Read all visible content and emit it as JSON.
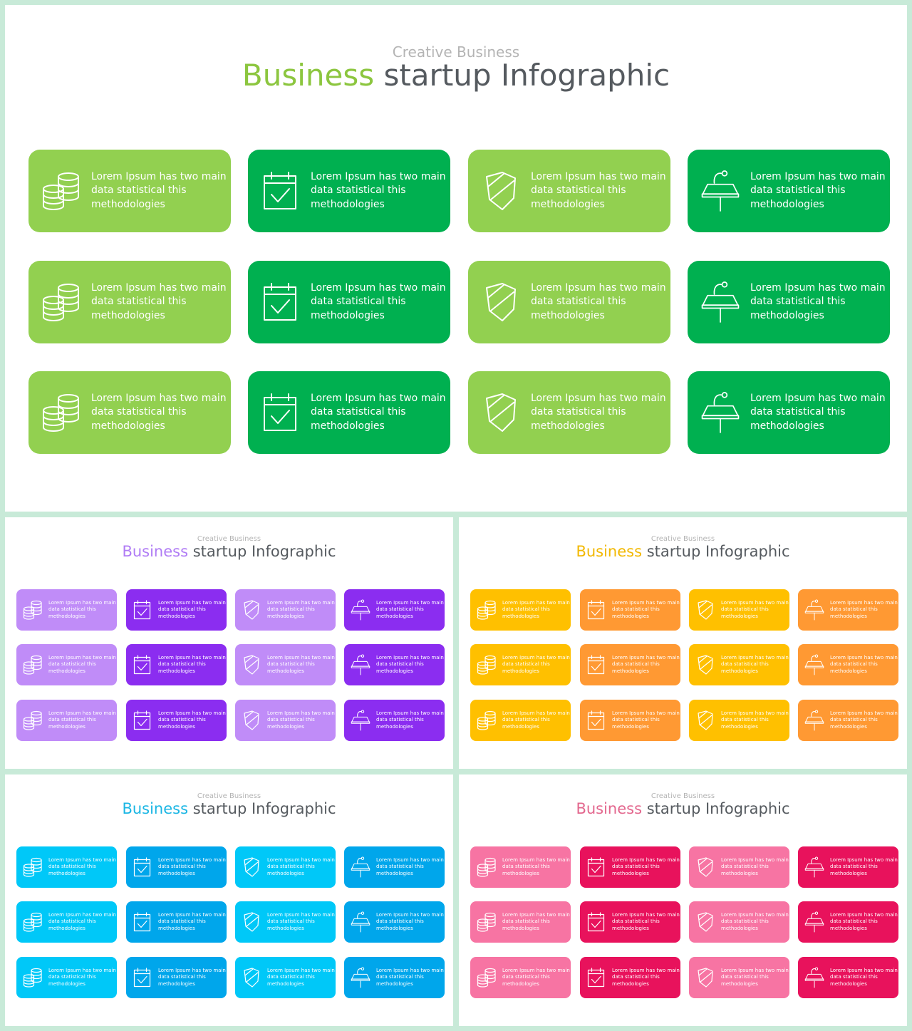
{
  "slides": [
    {
      "id": "main",
      "subtitle": "Creative Business",
      "title_accent": "Business",
      "title_rest": " startup Infographic",
      "accent_color": "#8cc63f",
      "column_colors": [
        "#92d050",
        "#00b050",
        "#92d050",
        "#00b050"
      ]
    },
    {
      "id": "purple",
      "subtitle": "Creative Business",
      "title_accent": "Business",
      "title_rest": " startup Infographic",
      "accent_color": "#b07cf5",
      "column_colors": [
        "#c08cf8",
        "#8b2df0",
        "#c08cf8",
        "#8b2df0"
      ]
    },
    {
      "id": "orange",
      "subtitle": "Creative Business",
      "title_accent": "Business",
      "title_rest": " startup Infographic",
      "accent_color": "#f2b800",
      "column_colors": [
        "#ffc000",
        "#ff9933",
        "#ffc000",
        "#ff9933"
      ]
    },
    {
      "id": "blue",
      "subtitle": "Creative Business",
      "title_accent": "Business",
      "title_rest": " startup Infographic",
      "accent_color": "#1ab6e4",
      "column_colors": [
        "#00c8f8",
        "#00a6eb",
        "#00c8f8",
        "#00a6eb"
      ]
    },
    {
      "id": "pink",
      "subtitle": "Creative Business",
      "title_accent": "Business",
      "title_rest": " startup Infographic",
      "accent_color": "#e3678e",
      "column_colors": [
        "#f774a3",
        "#e8125c",
        "#f774a3",
        "#e8125c"
      ]
    }
  ],
  "card_text_line1": "Lorem Ipsum has two main",
  "card_text_line2": "data statistical this",
  "card_text_line3": "methodologies",
  "column_icons": [
    "coins-icon",
    "calendar-check-icon",
    "shield-icon",
    "lamp-icon"
  ],
  "rows": 3
}
